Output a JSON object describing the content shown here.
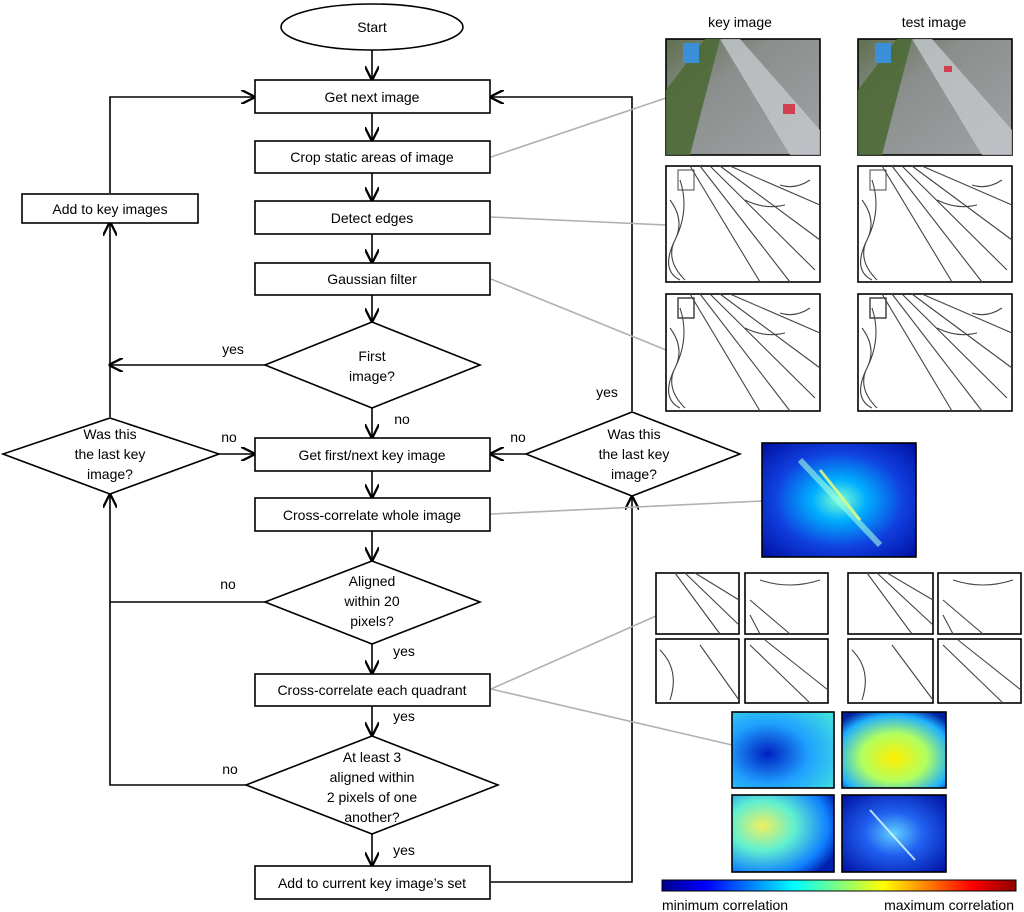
{
  "flowchart": {
    "start": "Start",
    "get_next_image": "Get next image",
    "crop_static": "Crop static areas of image",
    "detect_edges": "Detect edges",
    "gaussian_filter": "Gaussian filter",
    "first_image": [
      "First",
      "image?"
    ],
    "get_first_next_key": "Get first/next key image",
    "cross_correlate_whole": "Cross-correlate whole image",
    "aligned_within_20": [
      "Aligned",
      "within 20",
      "pixels?"
    ],
    "cross_correlate_quadrant": "Cross-correlate each quadrant",
    "at_least_3": [
      "At least 3",
      "aligned within",
      "2 pixels of one",
      "another?"
    ],
    "add_to_current_set": "Add to current key image’s set",
    "add_to_key_images": "Add to key images",
    "last_key_left": [
      "Was this",
      "the last key",
      "image?"
    ],
    "last_key_right": [
      "Was this",
      "the last key",
      "image?"
    ]
  },
  "edge_labels": {
    "first_yes": "yes",
    "first_no": "no",
    "left_last_no": "no",
    "right_last_no": "no",
    "right_last_yes": "yes",
    "aligned20_no": "no",
    "aligned20_yes": "yes",
    "quadrant_yes": "yes",
    "atleast3_no": "no",
    "atleast3_yes": "yes"
  },
  "image_panel": {
    "key_image_label": "key image",
    "test_image_label": "test image",
    "colorbar_min_label": "minimum correlation",
    "colorbar_max_label": "maximum correlation"
  },
  "colors": {
    "correlation_low": "#00008f",
    "correlation_mid": "#40e0d0",
    "correlation_high_mid": "#f4f000",
    "correlation_high": "#8f0000",
    "leader_line": "#b0b0b0"
  }
}
